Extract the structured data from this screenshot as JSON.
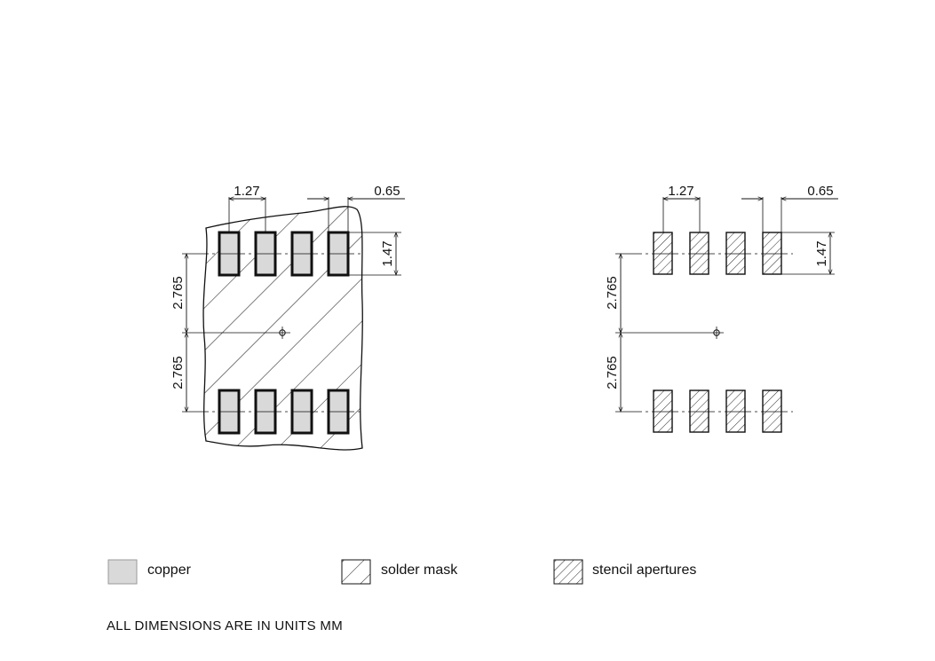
{
  "left_view": {
    "pitch_label": "1.27",
    "pad_width_label": "0.65",
    "pad_height_label": "1.47",
    "upper_offset_label": "2.765",
    "lower_offset_label": "2.765"
  },
  "right_view": {
    "pitch_label": "1.27",
    "pad_width_label": "0.65",
    "pad_height_label": "1.47",
    "upper_offset_label": "2.765",
    "lower_offset_label": "2.765"
  },
  "legend": {
    "copper_label": "copper",
    "solder_mask_label": "solder mask",
    "stencil_label": "stencil apertures"
  },
  "colors": {
    "copper_fill": "#d9d9d9",
    "line": "#111111"
  },
  "note": "ALL DIMENSIONS ARE IN UNITS MM"
}
